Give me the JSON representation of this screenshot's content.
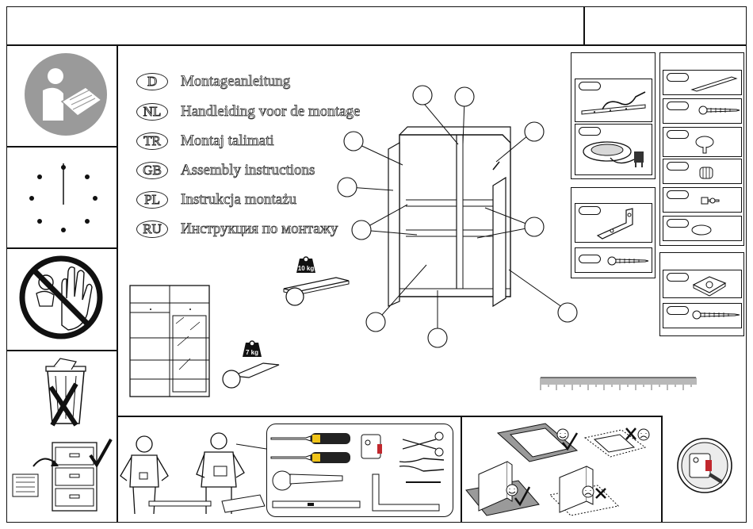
{
  "header": {
    "title": "",
    "code": ""
  },
  "languages": [
    {
      "code": "D",
      "label": "Montageanleitung"
    },
    {
      "code": "NL",
      "label": "Handleiding voor de montage"
    },
    {
      "code": "TR",
      "label": "Montaj  talimati"
    },
    {
      "code": "GB",
      "label": "Assembly instructions"
    },
    {
      "code": "PL",
      "label": "Instrukcja montażu"
    },
    {
      "code": "RU",
      "label": "Инструкция по монтажу"
    }
  ],
  "weights": {
    "top_panel": "10 kg",
    "bottom_panel": "7 kg"
  },
  "icons": {
    "read_manual": "read-manual-icon",
    "clock": "clock-icon",
    "child_warning": "no-children-icon",
    "disposal": "no-trash-icon",
    "file_cabinet": "file-cabinet-icon",
    "wall_plug": "wall-plug-icon"
  },
  "colors": {
    "line": "#111111",
    "icon_gray": "#9a9a9a"
  }
}
